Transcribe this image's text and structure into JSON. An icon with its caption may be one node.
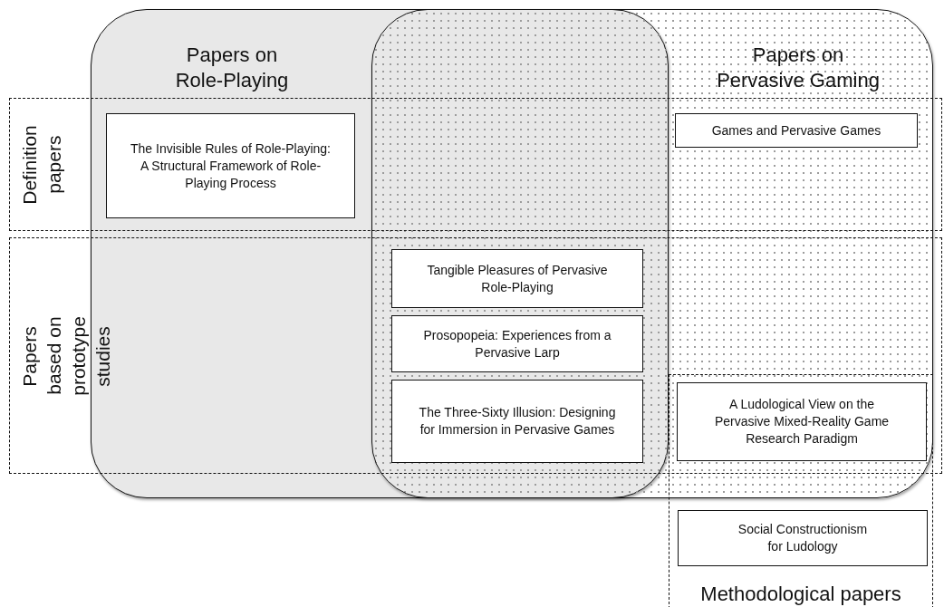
{
  "diagram": {
    "nodes": [
      {
        "text": [
          "Papers on Role-Playing"
        ]
      },
      {
        "text": [
          "Papers on Pervasive Gaming"
        ]
      },
      {
        "text": [
          "Definition papers"
        ]
      },
      {
        "text": [
          "Papers based on prototype studies"
        ]
      },
      {
        "text": [
          "Methodological papers"
        ]
      },
      {
        "text": [
          "The Invisible Rules of Role-Playing: A Structural Framework of Role-Playing Process"
        ]
      },
      {
        "text": [
          "Games and Pervasive Games"
        ]
      },
      {
        "text": [
          "Tangible Pleasures of Pervasive Role-Playing"
        ]
      },
      {
        "text": [
          "Prosopopeia: Experiences from a Pervasive Larp"
        ]
      },
      {
        "text": [
          "The Three-Sixty Illusion: Designing for Immersion in Pervasive Games"
        ]
      },
      {
        "text": [
          "A Ludological View on the Pervasive Mixed-Reality Game Research Paradigm"
        ]
      },
      {
        "text": [
          "Social Constructionism for Ludology"
        ],
        "in": 4
      }
    ]
  }
}
